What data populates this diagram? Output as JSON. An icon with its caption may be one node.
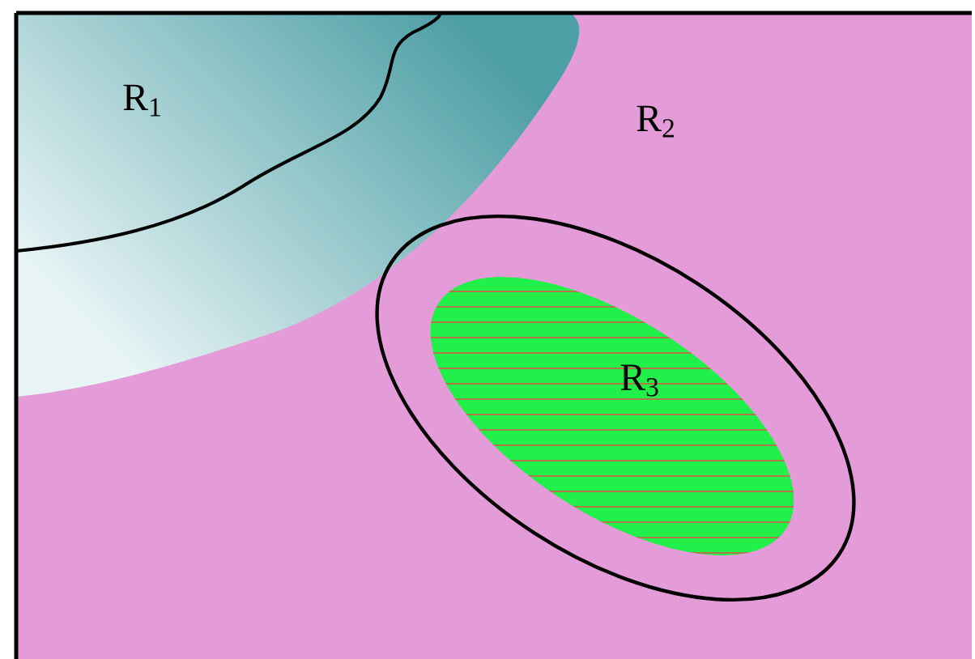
{
  "diagram": {
    "labels": [
      "R$_{1}$",
      "R$_{2}$",
      "R$_{3}$"
    ]
  }
}
